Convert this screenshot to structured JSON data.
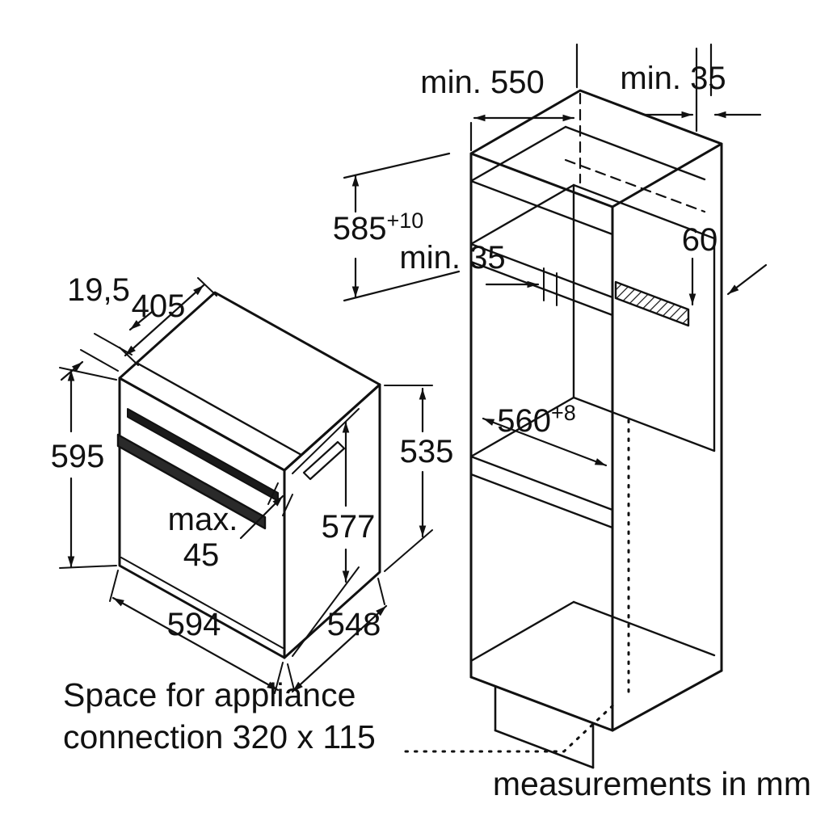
{
  "diagram_colors": {
    "line": "#111111",
    "background": "#ffffff"
  },
  "cabinet_dimensions": {
    "depth_min": "min. 550",
    "top_rear_gap_min": "min. 35",
    "niche_height_base": "585",
    "niche_height_tolerance": "+10",
    "rear_gap_min": "min. 35",
    "vent_depth": "60",
    "niche_width_base": "560",
    "niche_width_tolerance": "+8"
  },
  "oven_dimensions": {
    "front_frame_depth": "19,5",
    "top_depth": "405",
    "height": "595",
    "handle_max_label": "max.",
    "handle_max_value": "45",
    "depth_incl_door": "577",
    "body_depth": "535",
    "width": "594",
    "depth": "548"
  },
  "footer": {
    "space_note_line1": "Space for appliance",
    "space_note_line2": "connection 320 x 115",
    "units_note": "measurements in mm"
  }
}
